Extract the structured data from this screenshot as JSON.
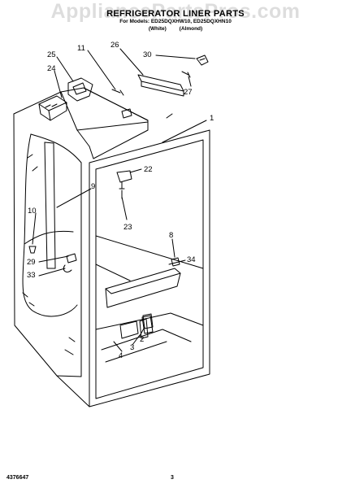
{
  "watermark": "AppliancePartsPros.com",
  "title": "REFRIGERATOR LINER PARTS",
  "models": "For Models: ED25DQXHW10, ED25DQXHN10",
  "finishes": [
    "(White)",
    "(Almond)"
  ],
  "callouts": [
    {
      "num": "1"
    },
    {
      "num": "2"
    },
    {
      "num": "3"
    },
    {
      "num": "4"
    },
    {
      "num": "8"
    },
    {
      "num": "9"
    },
    {
      "num": "10"
    },
    {
      "num": "11"
    },
    {
      "num": "22"
    },
    {
      "num": "23"
    },
    {
      "num": "24"
    },
    {
      "num": "25"
    },
    {
      "num": "26"
    },
    {
      "num": "27"
    },
    {
      "num": "29"
    },
    {
      "num": "30"
    },
    {
      "num": "33"
    },
    {
      "num": "34"
    }
  ],
  "footer": {
    "part_number": "4376647",
    "page": "3"
  }
}
